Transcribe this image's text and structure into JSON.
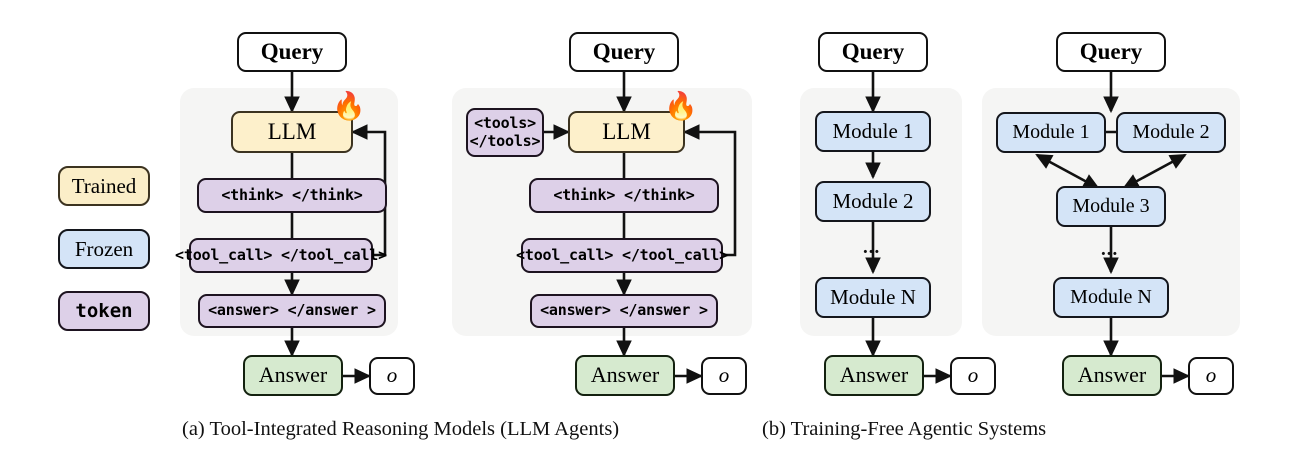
{
  "figure": {
    "legend": {
      "trained": "Trained",
      "frozen": "Frozen",
      "token": "token"
    },
    "captions": {
      "a": "(a) Tool-Integrated Reasoning Models (LLM Agents)",
      "b": "(b) Training-Free Agentic Systems"
    },
    "common": {
      "query": "Query",
      "answer": "Answer",
      "output": "o",
      "ellipsis": "...",
      "flame": "🔥"
    },
    "panels": [
      {
        "id": "panel-a1",
        "model": "LLM",
        "nodes": [
          {
            "name": "think-token",
            "label": "<think> </think>"
          },
          {
            "name": "tool-call-token",
            "label": "<tool_call> </tool_call>"
          },
          {
            "name": "answer-token",
            "label": "<answer> </answer >"
          }
        ]
      },
      {
        "id": "panel-a2",
        "model": "LLM",
        "tools": "<tools>\n</tools>",
        "nodes": [
          {
            "name": "think-token",
            "label": "<think> </think>"
          },
          {
            "name": "tool-call-token",
            "label": "<tool_call> </tool_call>"
          },
          {
            "name": "answer-token",
            "label": "<answer> </answer >"
          }
        ]
      },
      {
        "id": "panel-b1",
        "nodes": [
          {
            "name": "module-1",
            "label": "Module 1"
          },
          {
            "name": "module-2",
            "label": "Module 2"
          },
          {
            "name": "module-n",
            "label": "Module N"
          }
        ]
      },
      {
        "id": "panel-b2",
        "nodes": [
          {
            "name": "module-1",
            "label": "Module 1"
          },
          {
            "name": "module-2",
            "label": "Module 2"
          },
          {
            "name": "module-3",
            "label": "Module 3"
          },
          {
            "name": "module-n",
            "label": "Module N"
          }
        ]
      }
    ],
    "colors": {
      "trained_fill": "#fdf0cb",
      "frozen_fill": "#d4e4f7",
      "token_fill": "#ddd0e8",
      "answer_fill": "#d6eacf",
      "panel_bg": "#f5f5f4",
      "stroke": "#111111"
    }
  }
}
